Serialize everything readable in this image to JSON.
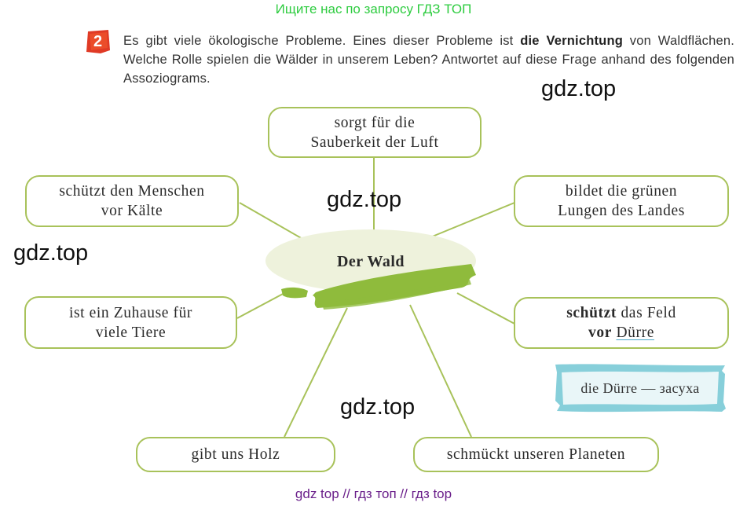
{
  "banner": "Ищите нас по запросу ГДЗ ТОП",
  "task": {
    "number": "2",
    "text_before": "Es gibt viele ökologische Probleme. Eines dieser Probleme ist ",
    "text_bold": "die Vernichtung",
    "text_after": " von Waldflächen. Welche Rolle spielen die Wälder in unserem Leben? Antwortet auf diese Frage anhand des folgenden Assoziograms."
  },
  "watermark": "gdz.top",
  "center": "Der Wald",
  "boxes": {
    "top": [
      "sorgt für die",
      "Sauberkeit der Luft"
    ],
    "upper_left": [
      "schützt den Menschen",
      "vor Kälte"
    ],
    "upper_right": [
      "bildet die grünen",
      "Lungen des Landes"
    ],
    "mid_left": [
      "ist ein Zuhause für",
      "viele Tiere"
    ],
    "mid_right": {
      "l1_bold": "schützt",
      "l1_rest": " das Feld",
      "l2_bold": "vor",
      "l2_underlined": "Dürre"
    },
    "bottom_left": "gibt uns Holz",
    "bottom_right": "schmückt unseren Planeten"
  },
  "vocab": "die Dürre — засуха",
  "footer": "gdz top  //  гдз топ  //  гдз top",
  "colors": {
    "green_border": "#a8c25a",
    "green_brush": "#8fbb3c",
    "blob": "#eef2dc",
    "red_badge": "#e03a25",
    "vocab_blue": "#72c7d3",
    "banner_green": "#2ecc40",
    "footer_purple": "#6a1f8a"
  }
}
